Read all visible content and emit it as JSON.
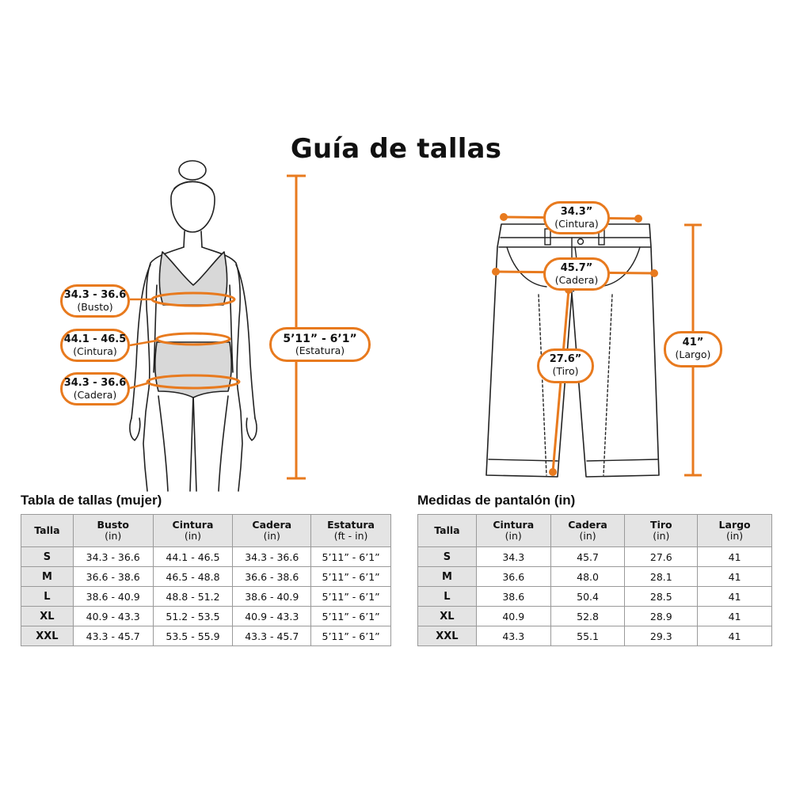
{
  "page": {
    "title": "Guía de tallas"
  },
  "figure_woman": {
    "bust": {
      "value": "34.3 - 36.6",
      "name": "(Busto)"
    },
    "waist": {
      "value": "44.1 - 46.5",
      "name": "(Cintura)"
    },
    "hip": {
      "value": "34.3 - 36.6",
      "name": "(Cadera)"
    },
    "height": {
      "value": "5’11” - 6’1”",
      "name": "(Estatura)"
    }
  },
  "figure_pants": {
    "waist": {
      "value": "34.3”",
      "name": "(Cintura)"
    },
    "hip": {
      "value": "45.7”",
      "name": "(Cadera)"
    },
    "rise": {
      "value": "27.6”",
      "name": "(Tiro)"
    },
    "length": {
      "value": "41”",
      "name": "(Largo)"
    }
  },
  "colors": {
    "accent": "#e87a1e",
    "header_bg": "#e4e4e4",
    "border": "#9a9a9a"
  },
  "women_table": {
    "title": "Tabla de tallas (mujer)",
    "headers": [
      {
        "label": "Talla",
        "unit": ""
      },
      {
        "label": "Busto",
        "unit": "(in)"
      },
      {
        "label": "Cintura",
        "unit": "(in)"
      },
      {
        "label": "Cadera",
        "unit": "(in)"
      },
      {
        "label": "Estatura",
        "unit": "(ft - in)"
      }
    ],
    "rows": [
      [
        "S",
        "34.3 - 36.6",
        "44.1 - 46.5",
        "34.3 - 36.6",
        "5’11” - 6’1”"
      ],
      [
        "M",
        "36.6 - 38.6",
        "46.5 - 48.8",
        "36.6 - 38.6",
        "5’11” - 6’1”"
      ],
      [
        "L",
        "38.6 - 40.9",
        "48.8 - 51.2",
        "38.6 - 40.9",
        "5’11” - 6’1”"
      ],
      [
        "XL",
        "40.9 - 43.3",
        "51.2 - 53.5",
        "40.9 - 43.3",
        "5’11” - 6’1”"
      ],
      [
        "XXL",
        "43.3 - 45.7",
        "53.5 - 55.9",
        "43.3 - 45.7",
        "5’11” - 6’1”"
      ]
    ]
  },
  "pants_table": {
    "title": "Medidas de pantalón (in)",
    "headers": [
      {
        "label": "Talla",
        "unit": ""
      },
      {
        "label": "Cintura",
        "unit": "(in)"
      },
      {
        "label": "Cadera",
        "unit": "(in)"
      },
      {
        "label": "Tiro",
        "unit": "(in)"
      },
      {
        "label": "Largo",
        "unit": "(in)"
      }
    ],
    "rows": [
      [
        "S",
        "34.3",
        "45.7",
        "27.6",
        "41"
      ],
      [
        "M",
        "36.6",
        "48.0",
        "28.1",
        "41"
      ],
      [
        "L",
        "38.6",
        "50.4",
        "28.5",
        "41"
      ],
      [
        "XL",
        "40.9",
        "52.8",
        "28.9",
        "41"
      ],
      [
        "XXL",
        "43.3",
        "55.1",
        "29.3",
        "41"
      ]
    ]
  }
}
